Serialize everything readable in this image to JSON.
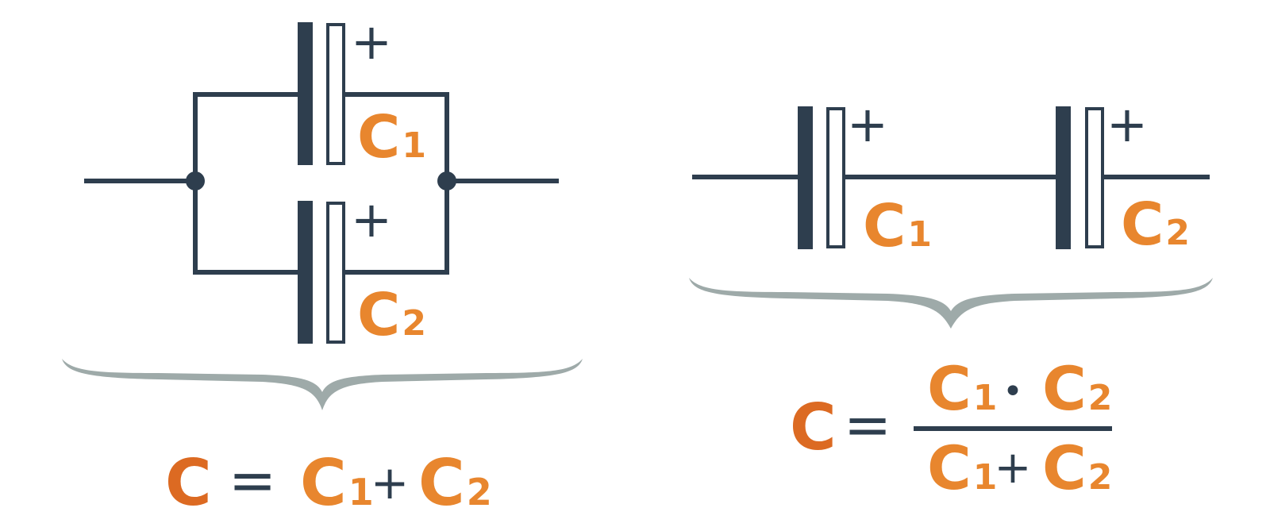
{
  "colors": {
    "wire": "#2e3e4e",
    "label": "#e8862e",
    "label_main": "#dc6a22",
    "brace": "#9eaaa9"
  },
  "parallel": {
    "cap1": {
      "letter": "C",
      "sub": "1",
      "polarity": "+"
    },
    "cap2": {
      "letter": "C",
      "sub": "2",
      "polarity": "+"
    },
    "formula": {
      "lhs": "C",
      "eq": "=",
      "t1_letter": "C",
      "t1_sub": "1",
      "plus": "+",
      "t2_letter": "C",
      "t2_sub": "2"
    }
  },
  "series": {
    "cap1": {
      "letter": "C",
      "sub": "1",
      "polarity": "+"
    },
    "cap2": {
      "letter": "C",
      "sub": "2",
      "polarity": "+"
    },
    "formula": {
      "lhs": "C",
      "eq": "=",
      "num1_letter": "C",
      "num1_sub": "1",
      "dot": "•",
      "num2_letter": "C",
      "num2_sub": "2",
      "den1_letter": "C",
      "den1_sub": "1",
      "plus": "+",
      "den2_letter": "C",
      "den2_sub": "2"
    }
  }
}
